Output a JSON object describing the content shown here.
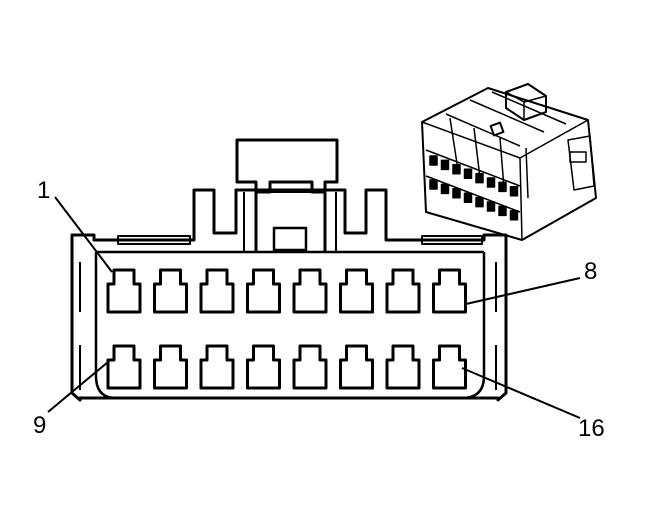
{
  "diagram": {
    "pin_labels": {
      "top_left": "1",
      "top_right": "8",
      "bottom_left": "9",
      "bottom_right": "16"
    },
    "pins_per_row": 8,
    "rows": 2,
    "line_color": "#000000",
    "background": "#ffffff"
  }
}
